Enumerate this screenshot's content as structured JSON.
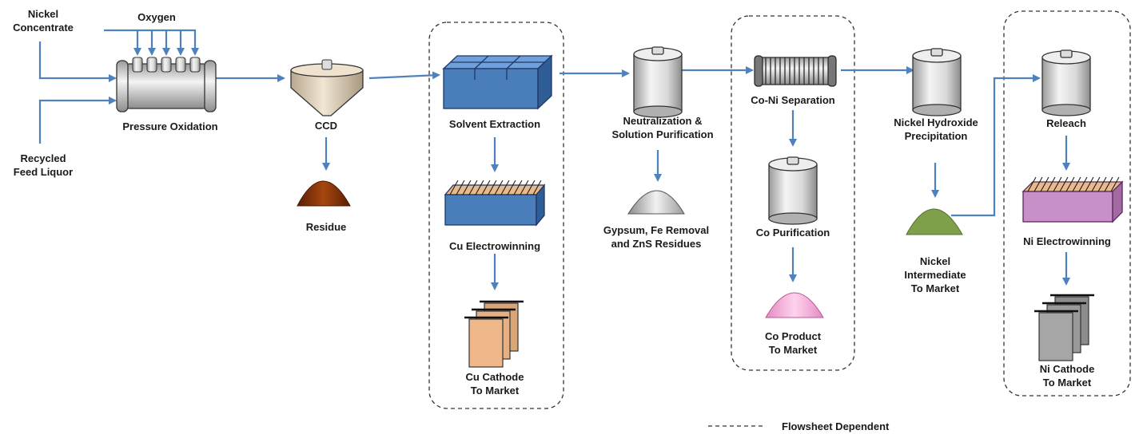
{
  "labels": {
    "nickel_concentrate": "Nickel\nConcentrate",
    "oxygen": "Oxygen",
    "recycled_feed_liquor": "Recycled\nFeed Liquor",
    "pressure_oxidation": "Pressure Oxidation",
    "ccd": "CCD",
    "residue": "Residue",
    "solvent_extraction": "Solvent Extraction",
    "cu_electrowinning": "Cu Electrowinning",
    "cu_cathode": "Cu Cathode\nTo Market",
    "neutralization": "Neutralization &\nSolution Purification",
    "gypsum": "Gypsum, Fe Removal\nand ZnS Residues",
    "co_ni_separation": "Co-Ni Separation",
    "co_purification": "Co Purification",
    "co_product": "Co Product\nTo Market",
    "nickel_hydroxide": "Nickel Hydroxide\nPrecipitation",
    "nickel_intermediate": "Nickel\nIntermediate\nTo Market",
    "releach": "Releach",
    "ni_electrowinning": "Ni Electrowinning",
    "ni_cathode": "Ni Cathode\nTo Market",
    "legend": "Flowsheet Dependent"
  },
  "colors": {
    "arrow": "#4f81bd",
    "sx_box": "#4a7ebb",
    "residue": "#8b3a0e",
    "gypsum": "#d8d8d8",
    "co_product": "#f4a6d7",
    "nickel_intermediate": "#7f9f4a",
    "ni_cell": "#c98fc9",
    "cu_cathode": "#f0b88a",
    "ni_cathode": "#a6a6a6"
  }
}
